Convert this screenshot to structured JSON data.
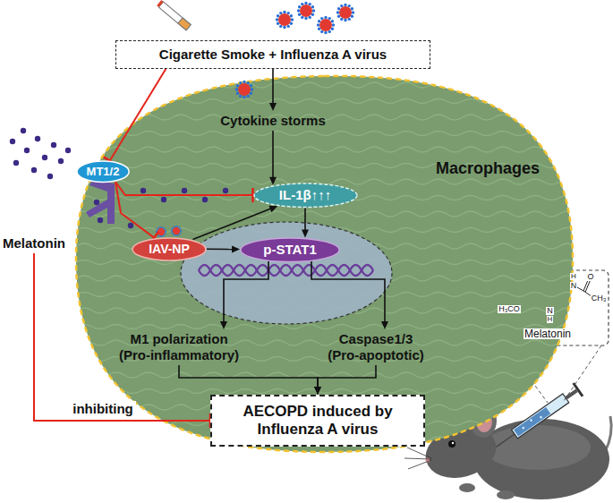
{
  "diagram": {
    "nodes": [
      {
        "text": [
          "Cigarette Smoke + Influenza A virus"
        ]
      },
      {
        "text": [
          "Macrophages"
        ]
      },
      {
        "text": [
          "Cytokine storms"
        ],
        "in": 1
      },
      {
        "text": [
          "MT1/2"
        ],
        "in": 1
      },
      {
        "text": [
          "IL-1β↑↑↑"
        ],
        "in": 1
      },
      {
        "text": [
          "IAV-NP"
        ],
        "in": 1
      },
      {
        "text": [
          "p-STAT1"
        ],
        "in": 1
      },
      {
        "text": [
          "M1 polarization (Pro-inflammatory)"
        ],
        "in": 1
      },
      {
        "text": [
          "Caspase1/3 (Pro-apoptotic)"
        ],
        "in": 1
      },
      {
        "text": [
          "AECOPD induced by Influenza A virus"
        ]
      },
      {
        "text": [
          "Melatonin"
        ]
      }
    ],
    "edges": [
      {
        "from": 0,
        "to": 2,
        "arrow": "to"
      },
      {
        "from": 0,
        "to": 3,
        "arrow": "to"
      },
      {
        "from": 2,
        "to": 4,
        "arrow": "to"
      },
      {
        "from": 3,
        "to": 4,
        "arrow": "to"
      },
      {
        "from": 3,
        "to": 5,
        "arrow": "to"
      },
      {
        "from": 5,
        "to": 4,
        "arrow": "to"
      },
      {
        "from": 5,
        "to": 6,
        "arrow": "to"
      },
      {
        "from": 4,
        "to": 6,
        "arrow": "to"
      },
      {
        "from": 6,
        "to": 7,
        "arrow": "to"
      },
      {
        "from": 6,
        "to": 8,
        "arrow": "to"
      },
      {
        "from": 7,
        "to": 9,
        "arrow": "to"
      },
      {
        "from": 8,
        "to": 9,
        "arrow": "to"
      },
      {
        "from": 10,
        "to": 9,
        "arrow": "to",
        "label": "inhibiting"
      }
    ],
    "labels": [
      "Melatonin",
      "H₃CO",
      "N",
      "H",
      "H",
      "N",
      "O",
      "CH₃"
    ]
  }
}
